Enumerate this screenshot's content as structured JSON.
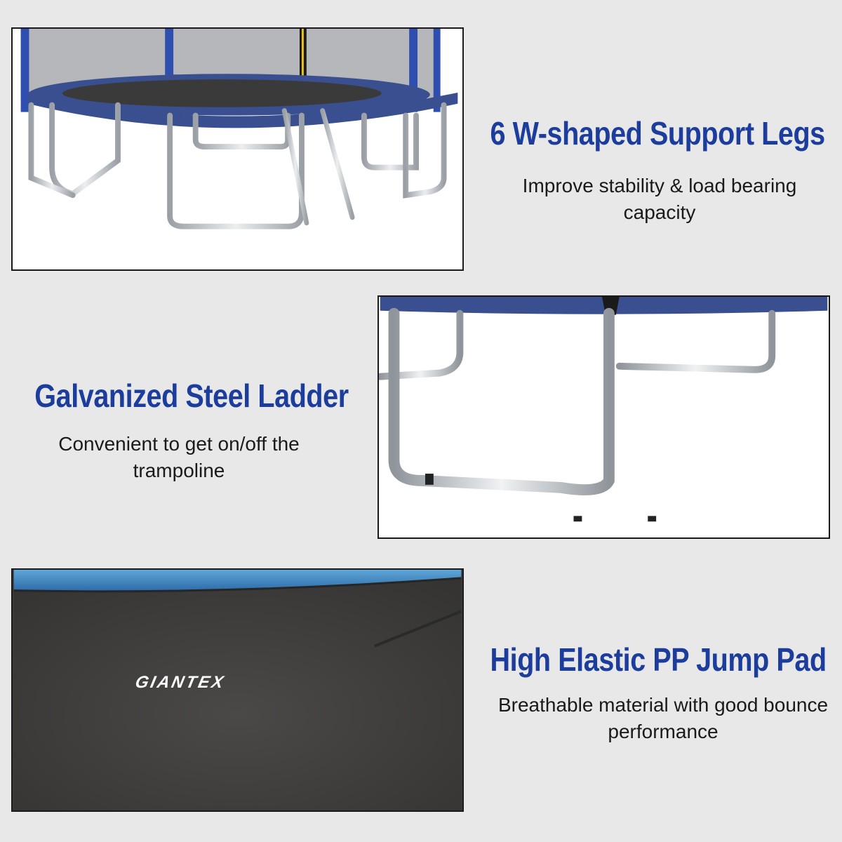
{
  "features": [
    {
      "title": "6 W-shaped Support Legs",
      "description": "Improve stability & load bearing capacity"
    },
    {
      "title": "Galvanized Steel Ladder",
      "description": "Convenient to get on/off the trampoline"
    },
    {
      "title": "High Elastic PP Jump Pad",
      "description": "Breathable material with good bounce performance"
    }
  ],
  "logo_text": "GIANTEX",
  "colors": {
    "title_blue": "#1c3d9c",
    "pad_frame_blue": "#3a4f8f",
    "jump_mat": "#3b3a39",
    "steel": "#c9ccd0",
    "background": "#e8e8e8"
  },
  "icons": [
    "trampoline-legs-photo",
    "steel-ladder-photo",
    "jump-pad-photo"
  ]
}
